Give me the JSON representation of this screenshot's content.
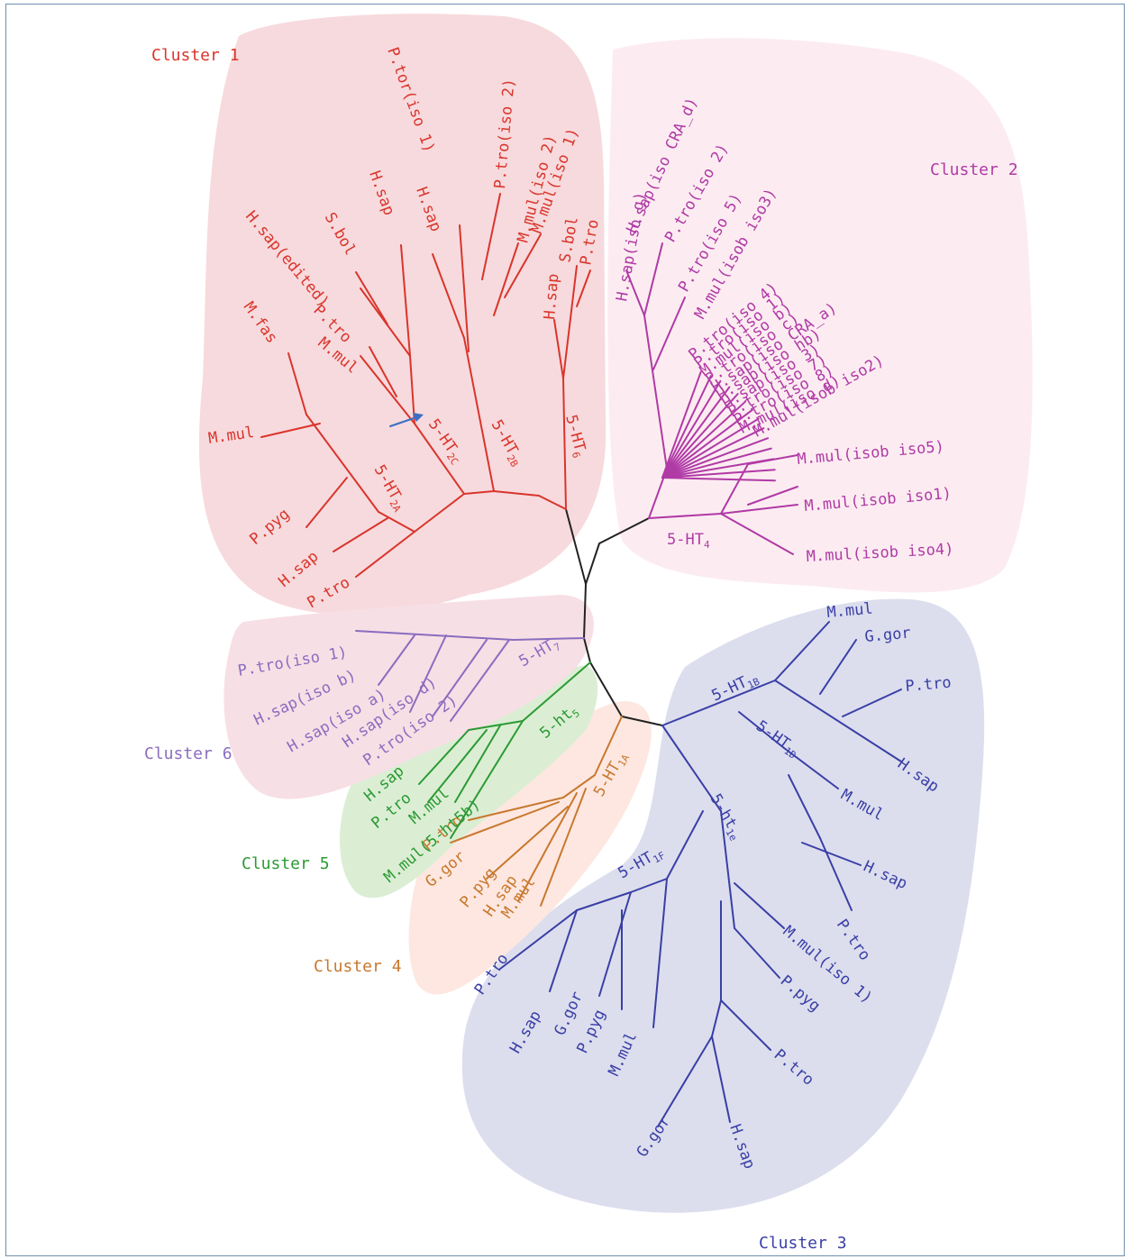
{
  "clusters": [
    {
      "label": "Cluster 1",
      "color": "#d9352c",
      "fill": "#f7dadd"
    },
    {
      "label": "Cluster 2",
      "color": "#b03aa6",
      "fill": "#fcecf1"
    },
    {
      "label": "Cluster 3",
      "color": "#3a3fa5",
      "fill": "#dcdeee"
    },
    {
      "label": "Cluster 4",
      "color": "#c8782e",
      "fill": "#fde7e0"
    },
    {
      "label": "Cluster 5",
      "color": "#2c9a34",
      "fill": "#dbeed4"
    },
    {
      "label": "Cluster 6",
      "color": "#8a6dbe",
      "fill": "#f7dfe6"
    }
  ],
  "center_color": "#222222",
  "arrow_color": "#3a6fc4",
  "leaves": [
    "M.fas",
    "M.mul",
    "P.pyg",
    "H.sap",
    "P.tro",
    "H.sap(edited)",
    "S.bol",
    "H.sap",
    "P.tro",
    "M.mul",
    "P.tor(iso 1)",
    "H.sap",
    "P.tro(iso 2)",
    "M.mul(iso 2)",
    "M.mul(iso 1)",
    "H.sap",
    "S.bol",
    "P.tro",
    "H.sap(iso g)",
    "H.sap(iso CRA_d)",
    "P.tro(iso 2)",
    "P.tro(iso 5)",
    "M.mul(isob iso3)",
    "M.mul(isob iso2)",
    "M.mul(isob iso5)",
    "M.mul(isob iso1)",
    "M.mul(isob iso4)",
    "M.mul",
    "G.gor",
    "P.tro",
    "H.sap",
    "M.mul",
    "H.sap",
    "P.tro",
    "M.mul(iso 1)",
    "P.pyg",
    "P.tro",
    "H.sap",
    "G.gor",
    "P.tro",
    "H.sap",
    "G.gor",
    "P.pyg",
    "M.mul",
    "P.tro",
    "G.gor",
    "P.pyg",
    "H.sap",
    "M.mul",
    "H.sap",
    "P.tro",
    "M.mul",
    "M.mul(5-ht5b)",
    "P.tro(iso 1)",
    "H.sap(iso b)",
    "H.sap(iso a)",
    "H.sap(iso d)",
    "P.tro(iso 2)"
  ],
  "nodes": {
    "c1a": "5-HT2A",
    "c1b": "5-HT2C",
    "c1c": "5-HT2B",
    "c1d": "5-HT6",
    "c2": "5-HT4",
    "c3a": "5-HT1B",
    "c3b": "5-HT1D",
    "c3c": "5-ht1e",
    "c3d": "5-HT1F",
    "c4": "5-HT1A",
    "c5": "5-ht5",
    "c6": "5-HT7"
  },
  "dense_labels": [
    "P.tro(iso 4)",
    "P.tro(iso 1)",
    "M.mul(iso b)",
    "P.tro(iso c)",
    "H.sap(iso CRA_a)",
    "H.sap(iso hb)",
    "H.sap(iso 3)",
    "P.tro(iso 7)",
    "P.tro(iso 8)",
    "M.mul(iso d)"
  ]
}
